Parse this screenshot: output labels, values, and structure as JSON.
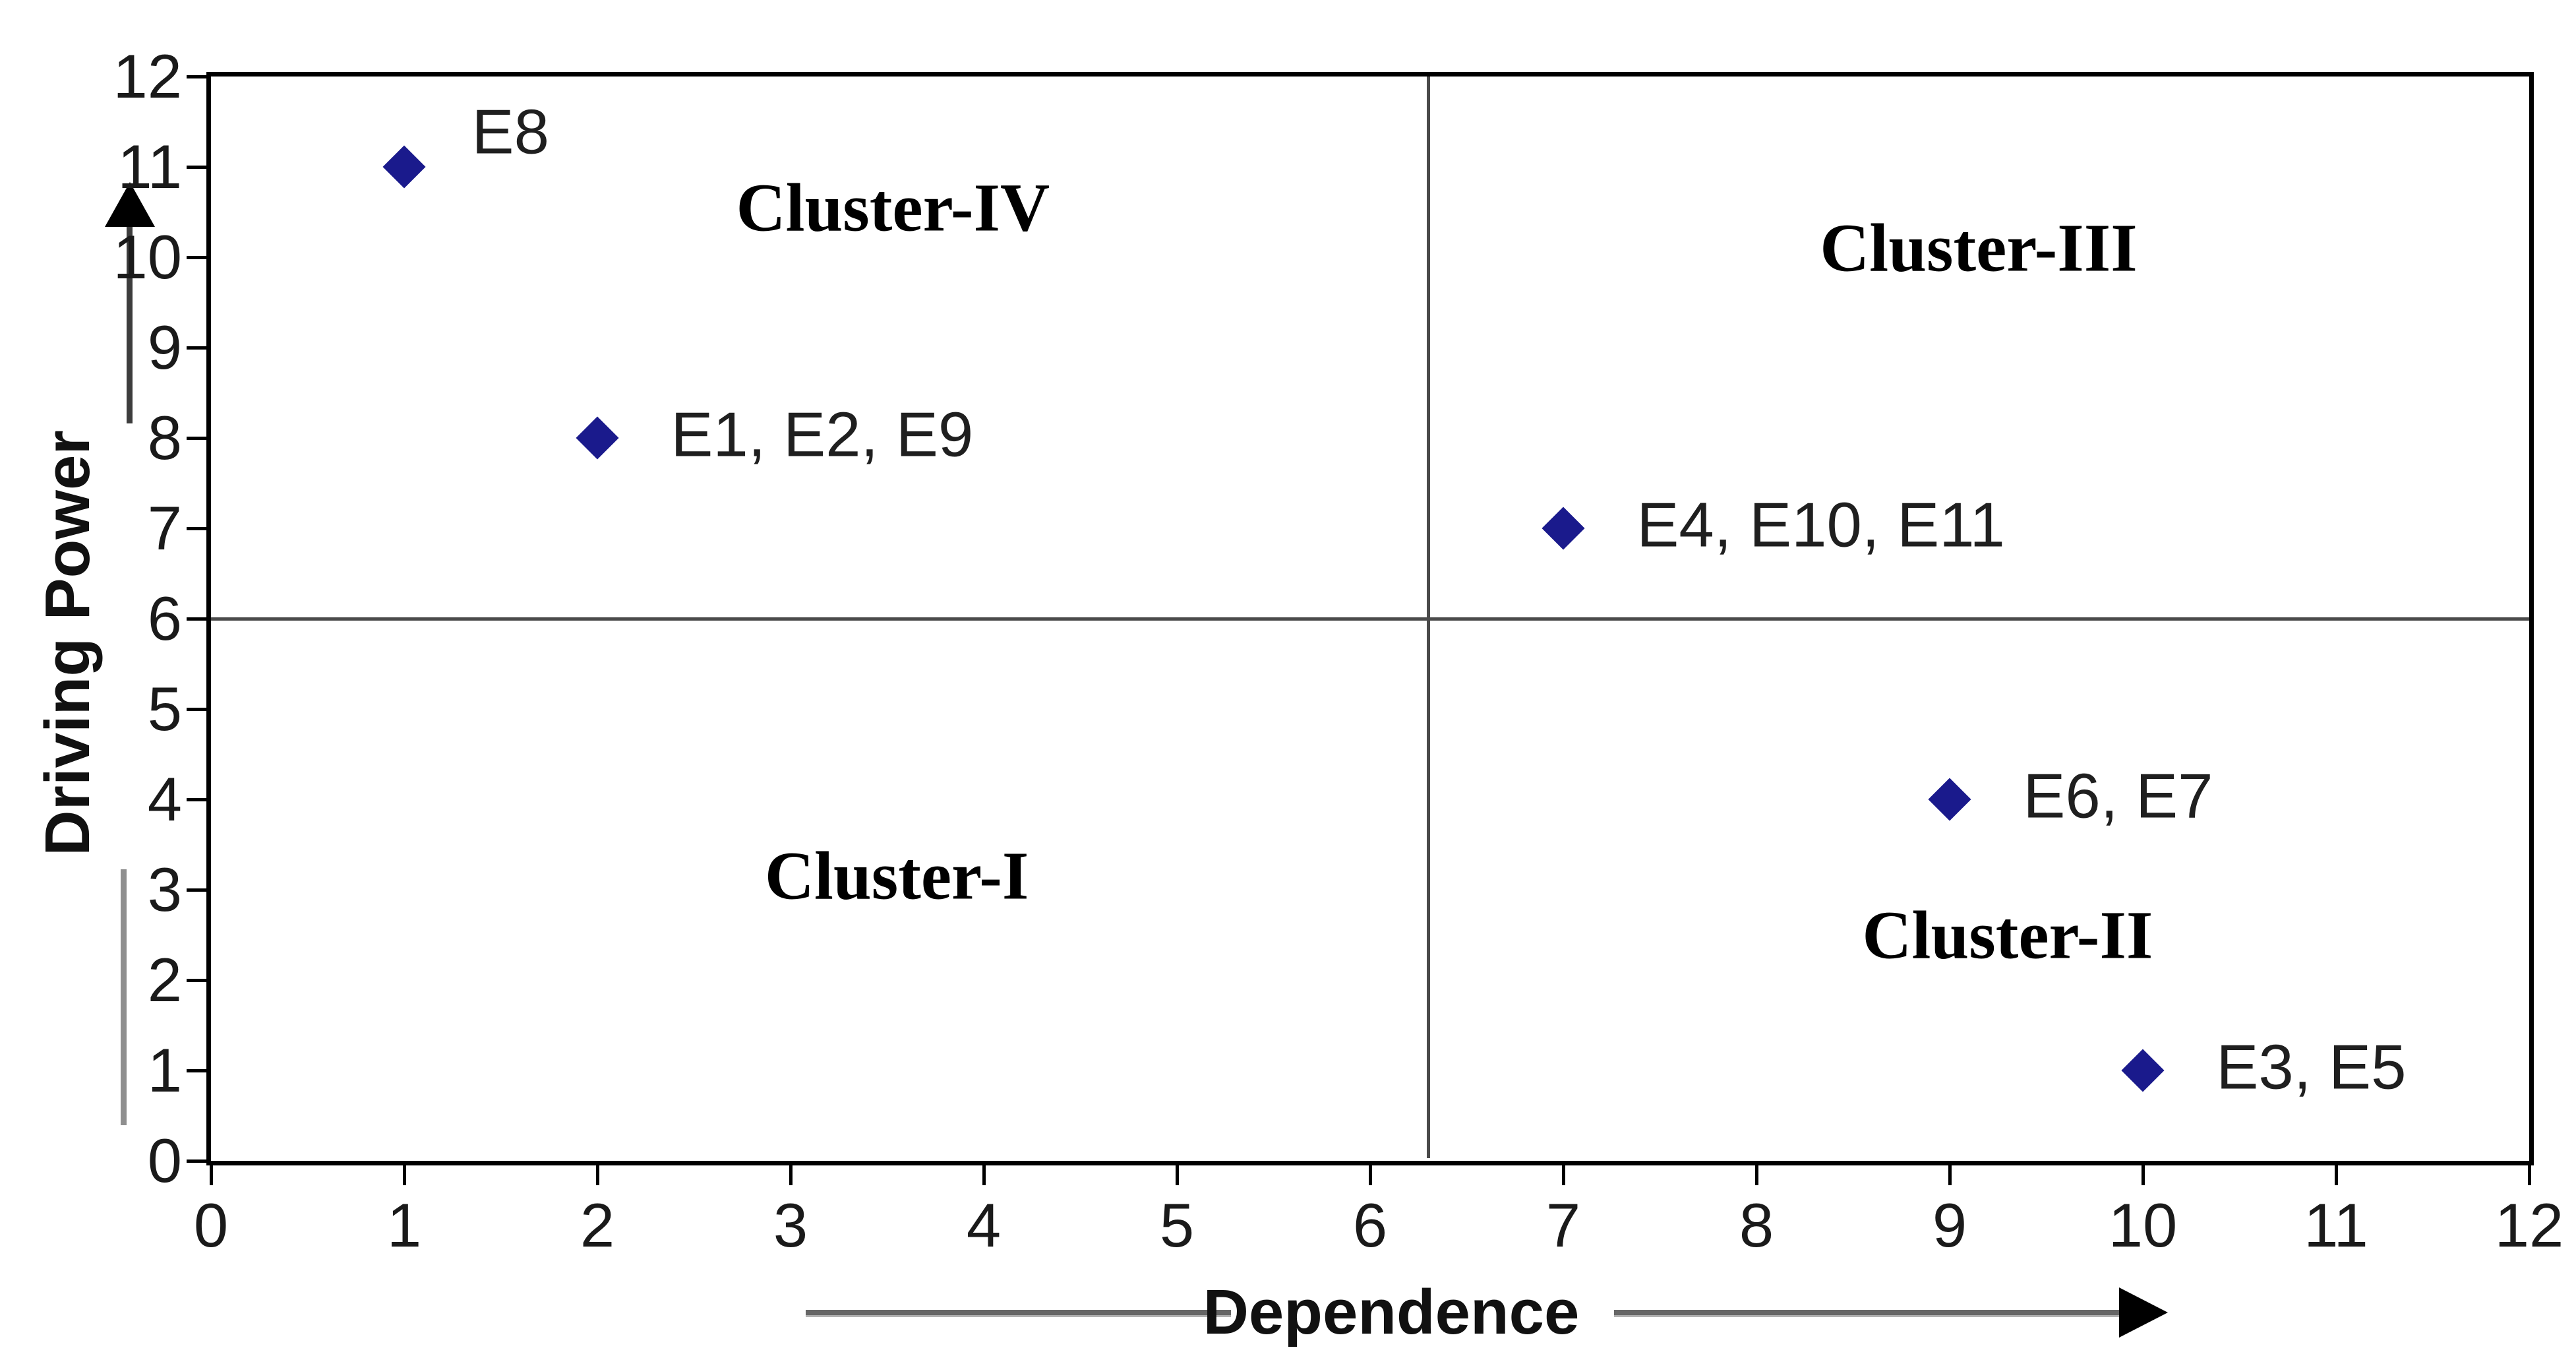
{
  "chart_data": {
    "type": "scatter",
    "title": "",
    "xlabel": "Dependence",
    "ylabel": "Driving Power",
    "xlim": [
      0,
      12
    ],
    "ylim": [
      0,
      12
    ],
    "xticks": [
      0,
      1,
      2,
      3,
      4,
      5,
      6,
      7,
      8,
      9,
      10,
      11,
      12
    ],
    "yticks": [
      0,
      1,
      2,
      3,
      4,
      5,
      6,
      7,
      8,
      9,
      10,
      11,
      12
    ],
    "grid": false,
    "legend": "none",
    "marker": {
      "shape": "diamond",
      "color": "#1A1A8C"
    },
    "points": [
      {
        "x": 1,
        "y": 11,
        "label": "E8",
        "label_dx": 0.35,
        "label_dy": 0.35
      },
      {
        "x": 2,
        "y": 8,
        "label": "E1, E2, E9",
        "label_dx": 0.38,
        "label_dy": 0
      },
      {
        "x": 7,
        "y": 7,
        "label": "E4, E10, E11",
        "label_dx": 0.38,
        "label_dy": 0
      },
      {
        "x": 9,
        "y": 4,
        "label": "E6, E7",
        "label_dx": 0.38,
        "label_dy": 0
      },
      {
        "x": 10,
        "y": 1,
        "label": "E3, E5",
        "label_dx": 0.38,
        "label_dy": 0
      }
    ],
    "quadrant_labels": [
      {
        "text": "Cluster-IV",
        "x": 3.53,
        "y": 10.55
      },
      {
        "text": "Cluster-III",
        "x": 9.15,
        "y": 10.1
      },
      {
        "text": "Cluster-I",
        "x": 3.55,
        "y": 3.15
      },
      {
        "text": "Cluster-II",
        "x": 9.3,
        "y": 2.5
      }
    ],
    "dividers": {
      "vertical_x": 6.3,
      "horizontal_y": 6,
      "color": "#4a4a4a"
    },
    "axis_color": "#000000"
  }
}
